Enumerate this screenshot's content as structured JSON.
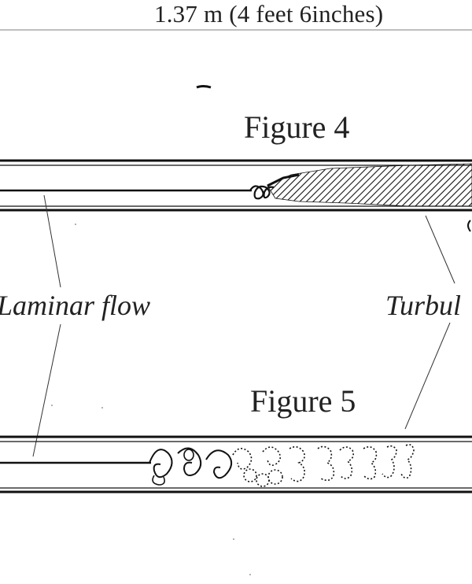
{
  "dimension_label": "1.37 m (4 feet 6inches)",
  "figures": [
    {
      "title": "Figure 4"
    },
    {
      "title": "Figure 5"
    }
  ],
  "labels": {
    "laminar": "Laminar flow",
    "turbulent": "Turbul"
  }
}
